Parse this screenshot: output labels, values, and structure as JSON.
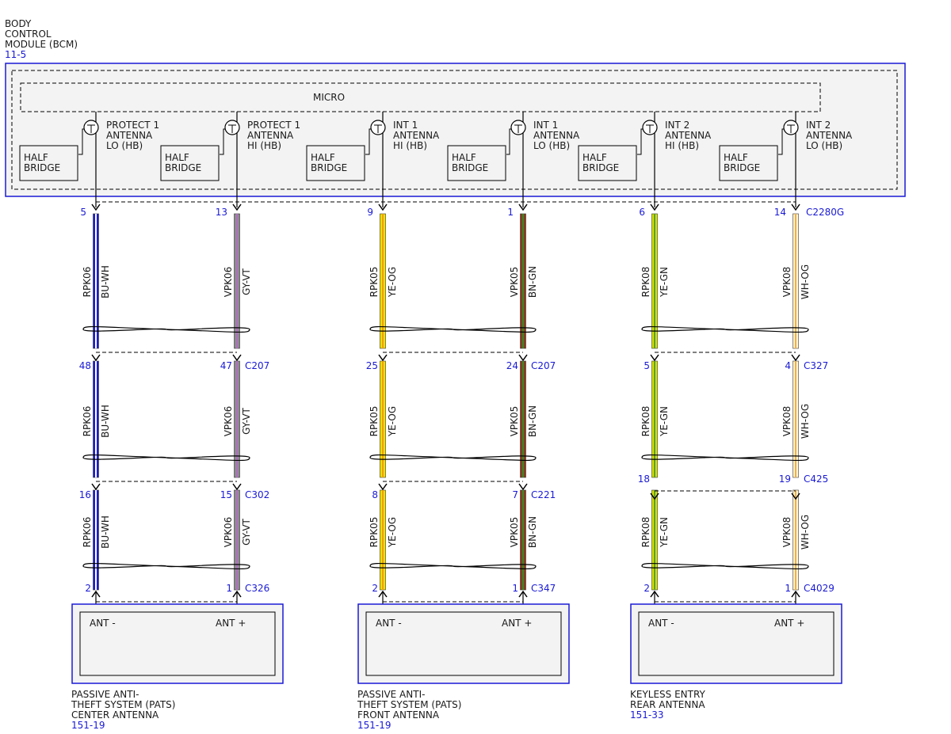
{
  "bcm": {
    "title_lines": [
      "BODY",
      "CONTROL",
      "MODULE (BCM)"
    ],
    "ref": "11-5",
    "micro_label": "MICRO",
    "connector": "C2280G",
    "outputs": [
      {
        "lines": [
          "PROTECT 1",
          "ANTENNA",
          "LO (HB)"
        ],
        "bridge": [
          "HALF",
          "BRIDGE"
        ],
        "pin": "5"
      },
      {
        "lines": [
          "PROTECT 1",
          "ANTENNA",
          "HI (HB)"
        ],
        "bridge": [
          "HALF",
          "BRIDGE"
        ],
        "pin": "13"
      },
      {
        "lines": [
          "INT 1",
          "ANTENNA",
          "HI (HB)"
        ],
        "bridge": [
          "HALF",
          "BRIDGE"
        ],
        "pin": "9"
      },
      {
        "lines": [
          "INT 1",
          "ANTENNA",
          "LO (HB)"
        ],
        "bridge": [
          "HALF",
          "BRIDGE"
        ],
        "pin": "1"
      },
      {
        "lines": [
          "INT 2",
          "ANTENNA",
          "HI (HB)"
        ],
        "bridge": [
          "HALF",
          "BRIDGE"
        ],
        "pin": "6"
      },
      {
        "lines": [
          "INT 2",
          "ANTENNA",
          "LO (HB)"
        ],
        "bridge": [
          "HALF",
          "BRIDGE"
        ],
        "pin": "14"
      }
    ]
  },
  "wires": [
    {
      "circuit": "RPK06",
      "color": "BU-WH",
      "stroke": "#1a1ad6",
      "stripe": "#ffffff"
    },
    {
      "circuit": "VPK06",
      "color": "GY-VT",
      "stroke": "#8c8c8c",
      "stripe": "#b070c0"
    },
    {
      "circuit": "RPK05",
      "color": "YE-OG",
      "stroke": "#f0e000",
      "stripe": "#f0a000"
    },
    {
      "circuit": "VPK05",
      "color": "BN-GN",
      "stroke": "#8b3a1a",
      "stripe": "#3a8a2a"
    },
    {
      "circuit": "RPK08",
      "color": "YE-GN",
      "stroke": "#d8e000",
      "stripe": "#5aa030"
    },
    {
      "circuit": "VPK08",
      "color": "WH-OG",
      "stroke": "#fff4d8",
      "stripe": "#f0b040"
    }
  ],
  "connectors": [
    {
      "pins": [
        "48",
        "47",
        "25",
        "24",
        "5",
        "4"
      ],
      "labels": [
        "C207",
        "C207",
        "C327"
      ]
    },
    {
      "pins": [
        "16",
        "15",
        "8",
        "7",
        "18",
        "19"
      ],
      "labels": [
        "C302",
        "C221",
        "C425"
      ]
    },
    {
      "pins": [
        "2",
        "1",
        "2",
        "1",
        "2",
        "1"
      ],
      "labels": [
        "C326",
        "C347",
        "C4029"
      ]
    }
  ],
  "devices": [
    {
      "minus": "ANT -",
      "plus": "ANT +",
      "name_lines": [
        "PASSIVE ANTI-",
        "THEFT SYSTEM (PATS)",
        "CENTER ANTENNA"
      ],
      "ref": "151-19"
    },
    {
      "minus": "ANT -",
      "plus": "ANT +",
      "name_lines": [
        "PASSIVE ANTI-",
        "THEFT SYSTEM (PATS)",
        "FRONT ANTENNA"
      ],
      "ref": "151-19"
    },
    {
      "minus": "ANT -",
      "plus": "ANT +",
      "name_lines": [
        "KEYLESS ENTRY",
        "REAR ANTENNA"
      ],
      "ref": "151-33"
    }
  ]
}
